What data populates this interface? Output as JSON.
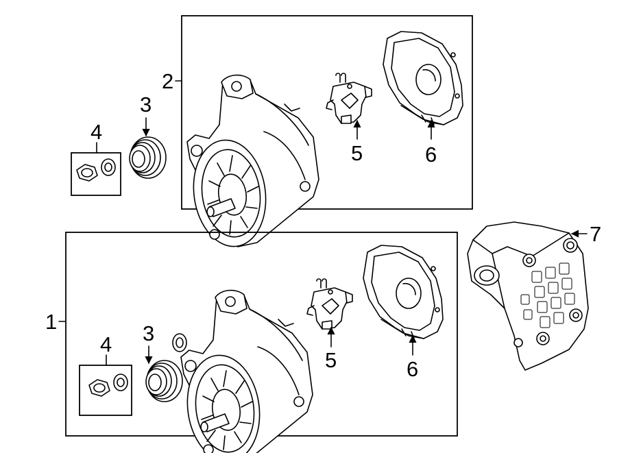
{
  "callouts": {
    "c1": "1",
    "c2": "2",
    "c3_top": "3",
    "c3_bottom": "3",
    "c4_top": "4",
    "c4_bottom": "4",
    "c5_top": "5",
    "c5_bottom": "5",
    "c6_top": "6",
    "c6_bottom": "6",
    "c7": "7"
  }
}
